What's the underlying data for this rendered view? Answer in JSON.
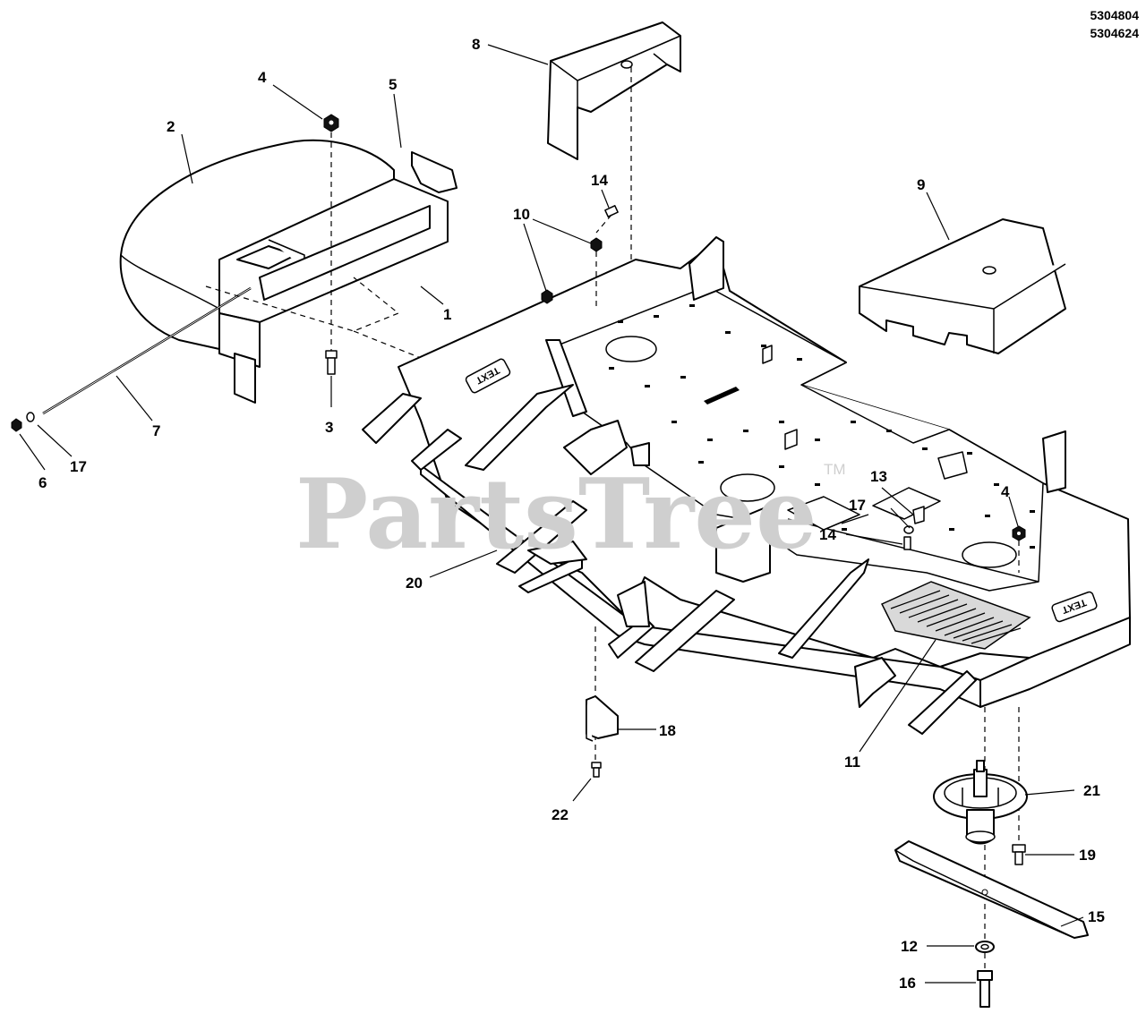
{
  "part_numbers": [
    "5304804",
    "5304624"
  ],
  "watermark": {
    "text": "PartsTree",
    "trademark": "TM"
  },
  "deck_stencils": [
    "TEXT",
    "TEXT"
  ],
  "callouts": [
    {
      "id": "c1",
      "label": "1"
    },
    {
      "id": "c2",
      "label": "2"
    },
    {
      "id": "c3",
      "label": "3"
    },
    {
      "id": "c4a",
      "label": "4"
    },
    {
      "id": "c4b",
      "label": "4"
    },
    {
      "id": "c5",
      "label": "5"
    },
    {
      "id": "c6",
      "label": "6"
    },
    {
      "id": "c7",
      "label": "7"
    },
    {
      "id": "c8",
      "label": "8"
    },
    {
      "id": "c9",
      "label": "9"
    },
    {
      "id": "c10",
      "label": "10"
    },
    {
      "id": "c11",
      "label": "11"
    },
    {
      "id": "c12",
      "label": "12"
    },
    {
      "id": "c13",
      "label": "13"
    },
    {
      "id": "c14a",
      "label": "14"
    },
    {
      "id": "c14b",
      "label": "14"
    },
    {
      "id": "c15",
      "label": "15"
    },
    {
      "id": "c16",
      "label": "16"
    },
    {
      "id": "c17a",
      "label": "17"
    },
    {
      "id": "c17b",
      "label": "17"
    },
    {
      "id": "c18",
      "label": "18"
    },
    {
      "id": "c19",
      "label": "19"
    },
    {
      "id": "c20",
      "label": "20"
    },
    {
      "id": "c21",
      "label": "21"
    },
    {
      "id": "c22",
      "label": "22"
    }
  ]
}
